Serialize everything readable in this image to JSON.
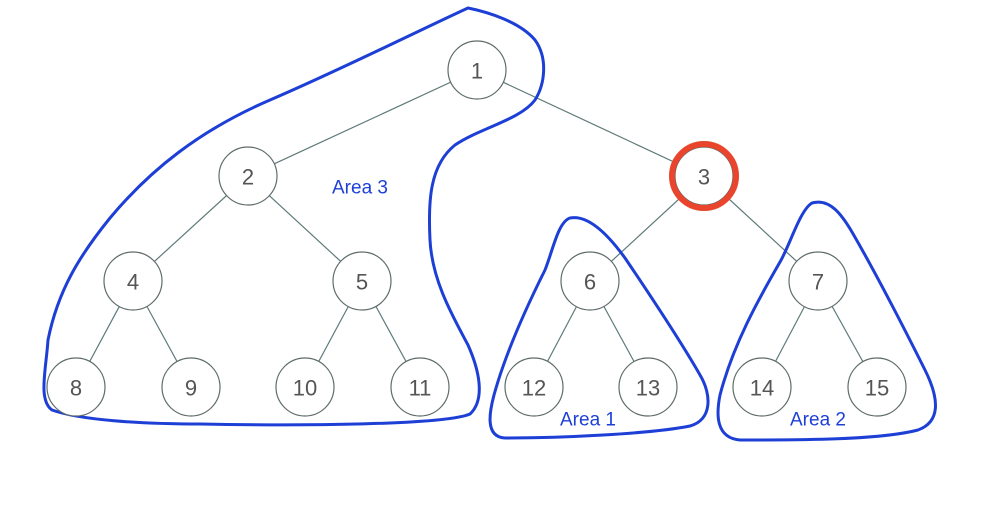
{
  "colors": {
    "area_outline": "#1d3fd6",
    "area_label": "#1d3fd6",
    "highlight": "#e8452c"
  },
  "tree": {
    "nodes": [
      {
        "id": "n1",
        "label": "1"
      },
      {
        "id": "n2",
        "label": "2"
      },
      {
        "id": "n3",
        "label": "3",
        "highlighted": true
      },
      {
        "id": "n4",
        "label": "4"
      },
      {
        "id": "n5",
        "label": "5"
      },
      {
        "id": "n6",
        "label": "6"
      },
      {
        "id": "n7",
        "label": "7"
      },
      {
        "id": "n8",
        "label": "8"
      },
      {
        "id": "n9",
        "label": "9"
      },
      {
        "id": "n10",
        "label": "10"
      },
      {
        "id": "n11",
        "label": "11"
      },
      {
        "id": "n12",
        "label": "12"
      },
      {
        "id": "n13",
        "label": "13"
      },
      {
        "id": "n14",
        "label": "14"
      },
      {
        "id": "n15",
        "label": "15"
      }
    ],
    "edges": [
      [
        "n1",
        "n2"
      ],
      [
        "n1",
        "n3"
      ],
      [
        "n2",
        "n4"
      ],
      [
        "n2",
        "n5"
      ],
      [
        "n3",
        "n6"
      ],
      [
        "n3",
        "n7"
      ],
      [
        "n4",
        "n8"
      ],
      [
        "n4",
        "n9"
      ],
      [
        "n5",
        "n10"
      ],
      [
        "n5",
        "n11"
      ],
      [
        "n6",
        "n12"
      ],
      [
        "n6",
        "n13"
      ],
      [
        "n7",
        "n14"
      ],
      [
        "n7",
        "n15"
      ]
    ]
  },
  "areas": [
    {
      "id": "area-1",
      "label": "Area 1"
    },
    {
      "id": "area-2",
      "label": "Area 2"
    },
    {
      "id": "area-3",
      "label": "Area 3"
    }
  ]
}
